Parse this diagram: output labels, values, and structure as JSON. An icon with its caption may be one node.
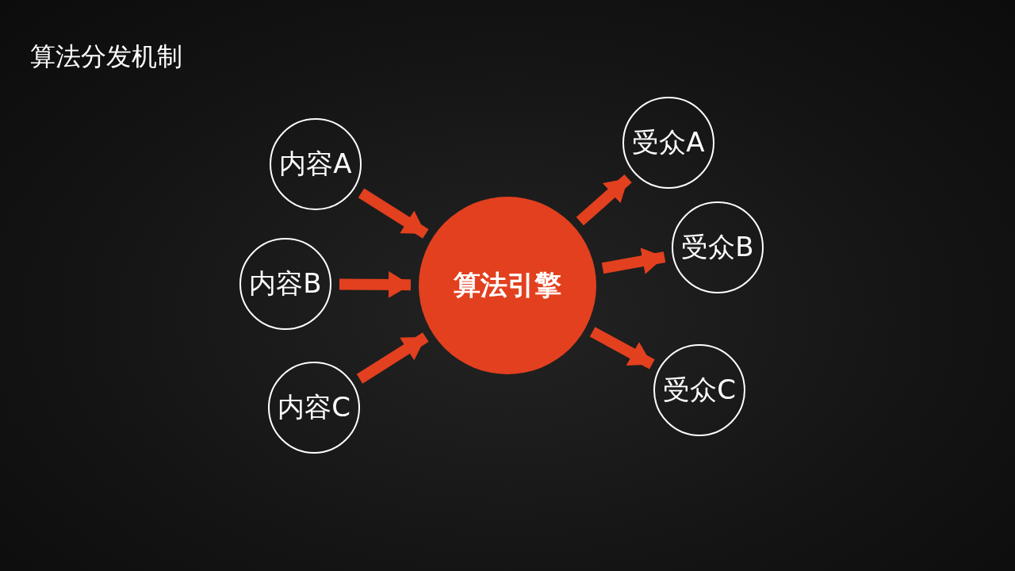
{
  "diagram": {
    "title": "算法分发机制",
    "nodes": [
      {
        "text": [
          "内容A"
        ]
      },
      {
        "text": [
          "内容B"
        ]
      },
      {
        "text": [
          "内容C"
        ]
      },
      {
        "text": [
          "算法引擎"
        ]
      },
      {
        "text": [
          "受众A"
        ]
      },
      {
        "text": [
          "受众B"
        ]
      },
      {
        "text": [
          "受众C"
        ]
      }
    ],
    "edges": [
      {
        "from": 0,
        "to": 3,
        "arrow": "to"
      },
      {
        "from": 1,
        "to": 3,
        "arrow": "to"
      },
      {
        "from": 2,
        "to": 3,
        "arrow": "to"
      },
      {
        "from": 3,
        "to": 4,
        "arrow": "to"
      },
      {
        "from": 3,
        "to": 5,
        "arrow": "to"
      },
      {
        "from": 3,
        "to": 6,
        "arrow": "to"
      }
    ]
  }
}
